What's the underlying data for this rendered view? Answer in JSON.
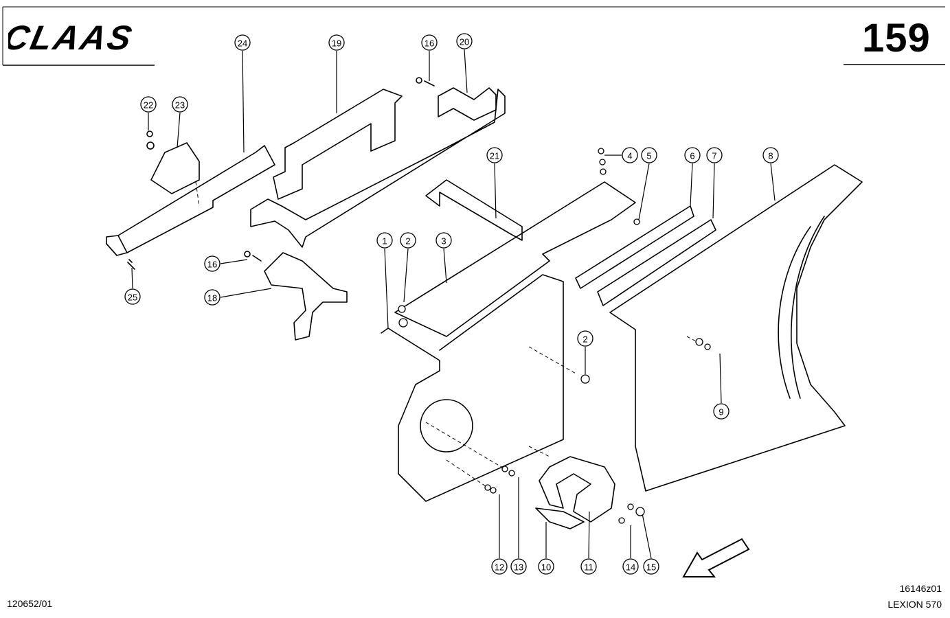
{
  "header": {
    "brand": "CLAAS",
    "page_number": "159"
  },
  "footer": {
    "drawing_ref": "120652/01",
    "figure_code": "16146z01",
    "model": "LEXION 570"
  },
  "callouts": [
    "1",
    "2",
    "3",
    "4",
    "5",
    "6",
    "7",
    "8",
    "9",
    "10",
    "11",
    "12",
    "13",
    "14",
    "15",
    "16",
    "18",
    "19",
    "20",
    "21",
    "22",
    "23",
    "24",
    "25"
  ],
  "callout_labels": {
    "c1": "1",
    "c2a": "2",
    "c2b": "2",
    "c3": "3",
    "c4": "4",
    "c5": "5",
    "c6": "6",
    "c7": "7",
    "c8": "8",
    "c9": "9",
    "c10": "10",
    "c11": "11",
    "c12": "12",
    "c13": "13",
    "c14": "14",
    "c15": "15",
    "c16a": "16",
    "c16b": "16",
    "c18": "18",
    "c19": "19",
    "c20": "20",
    "c21": "21",
    "c22": "22",
    "c23": "23",
    "c24": "24",
    "c25": "25"
  }
}
